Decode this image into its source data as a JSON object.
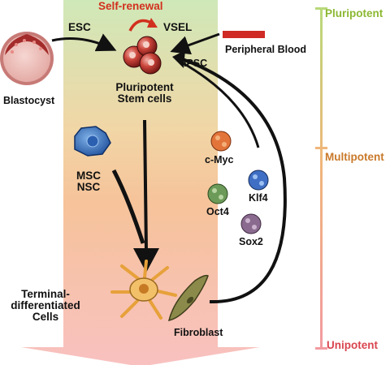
{
  "labels": {
    "self_renewal": "Self-renewal",
    "esc": "ESC",
    "vsel": "VSEL",
    "peripheral_blood": "Peripheral Blood",
    "ipsc": "iPSC",
    "blastocyst": "Blastocyst",
    "pluripotent_stem_cells_1": "Pluripotent",
    "pluripotent_stem_cells_2": "Stem cells",
    "msc": "MSC",
    "nsc": "NSC",
    "c_myc": "c-Myc",
    "klf4": "Klf4",
    "oct4": "Oct4",
    "sox2": "Sox2",
    "terminal_1": "Terminal-",
    "terminal_2": "differentiated",
    "terminal_3": "Cells",
    "fibroblast": "Fibroblast"
  },
  "scale": {
    "pluripotent": "Pluripotent",
    "multipotent": "Multipotent",
    "unipotent": "Unipotent"
  },
  "colors": {
    "gradient_top": "#c9e6b4",
    "gradient_mid": "#f4c49a",
    "gradient_bottom": "#f8c0bf",
    "self_renewal": "#d2301e",
    "pluripotent": "#8cb832",
    "multipotent": "#c9792a",
    "unipotent": "#d9454f"
  }
}
